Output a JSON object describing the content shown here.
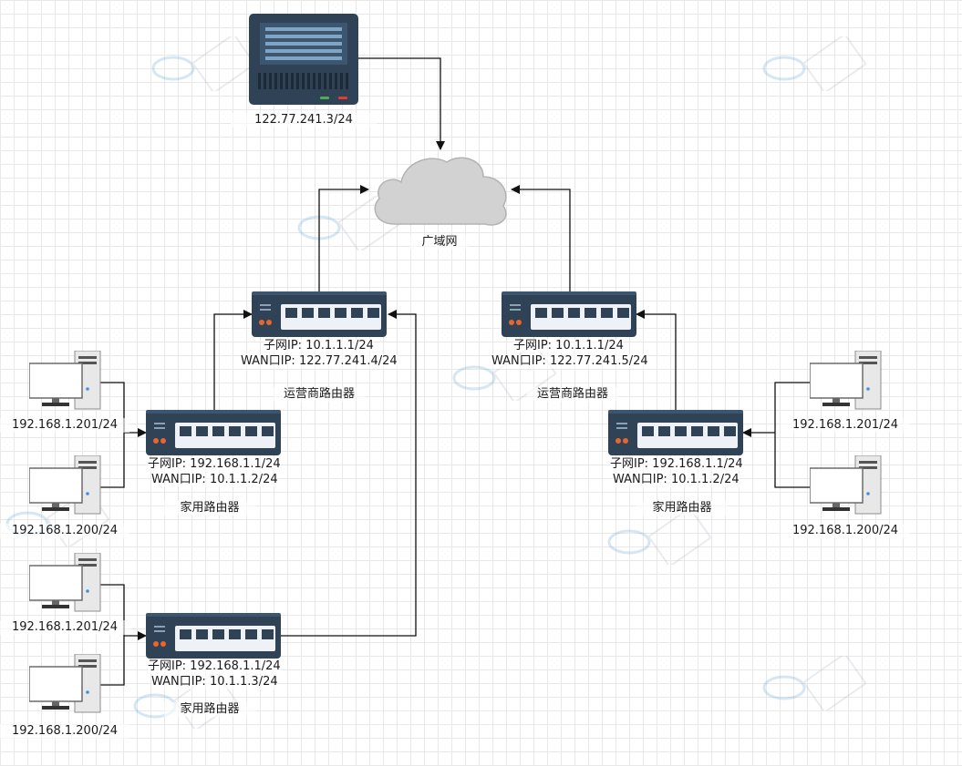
{
  "server": {
    "ip": "122.77.241.3/24"
  },
  "wan": {
    "label": "广域网"
  },
  "isp_left": {
    "subnet": "子网IP:   10.1.1.1/24",
    "wan": "WAN口IP:  122.77.241.4/24",
    "name": "运营商路由器"
  },
  "isp_right": {
    "subnet": "子网IP:   10.1.1.1/24",
    "wan": "WAN口IP:  122.77.241.5/24",
    "name": "运营商路由器"
  },
  "home_left_top": {
    "subnet": "子网IP:   192.168.1.1/24",
    "wan": "WAN口IP:  10.1.1.2/24",
    "name": "家用路由器"
  },
  "home_left_bottom": {
    "subnet": "子网IP:   192.168.1.1/24",
    "wan": "WAN口IP:  10.1.1.3/24",
    "name": "家用路由器"
  },
  "home_right": {
    "subnet": "子网IP:   192.168.1.1/24",
    "wan": "WAN口IP:  10.1.1.2/24",
    "name": "家用路由器"
  },
  "pcs": {
    "lt1": "192.168.1.201/24",
    "lt2": "192.168.1.200/24",
    "lb1": "192.168.1.201/24",
    "lb2": "192.168.1.200/24",
    "r1": "192.168.1.201/24",
    "r2": "192.168.1.200/24"
  }
}
